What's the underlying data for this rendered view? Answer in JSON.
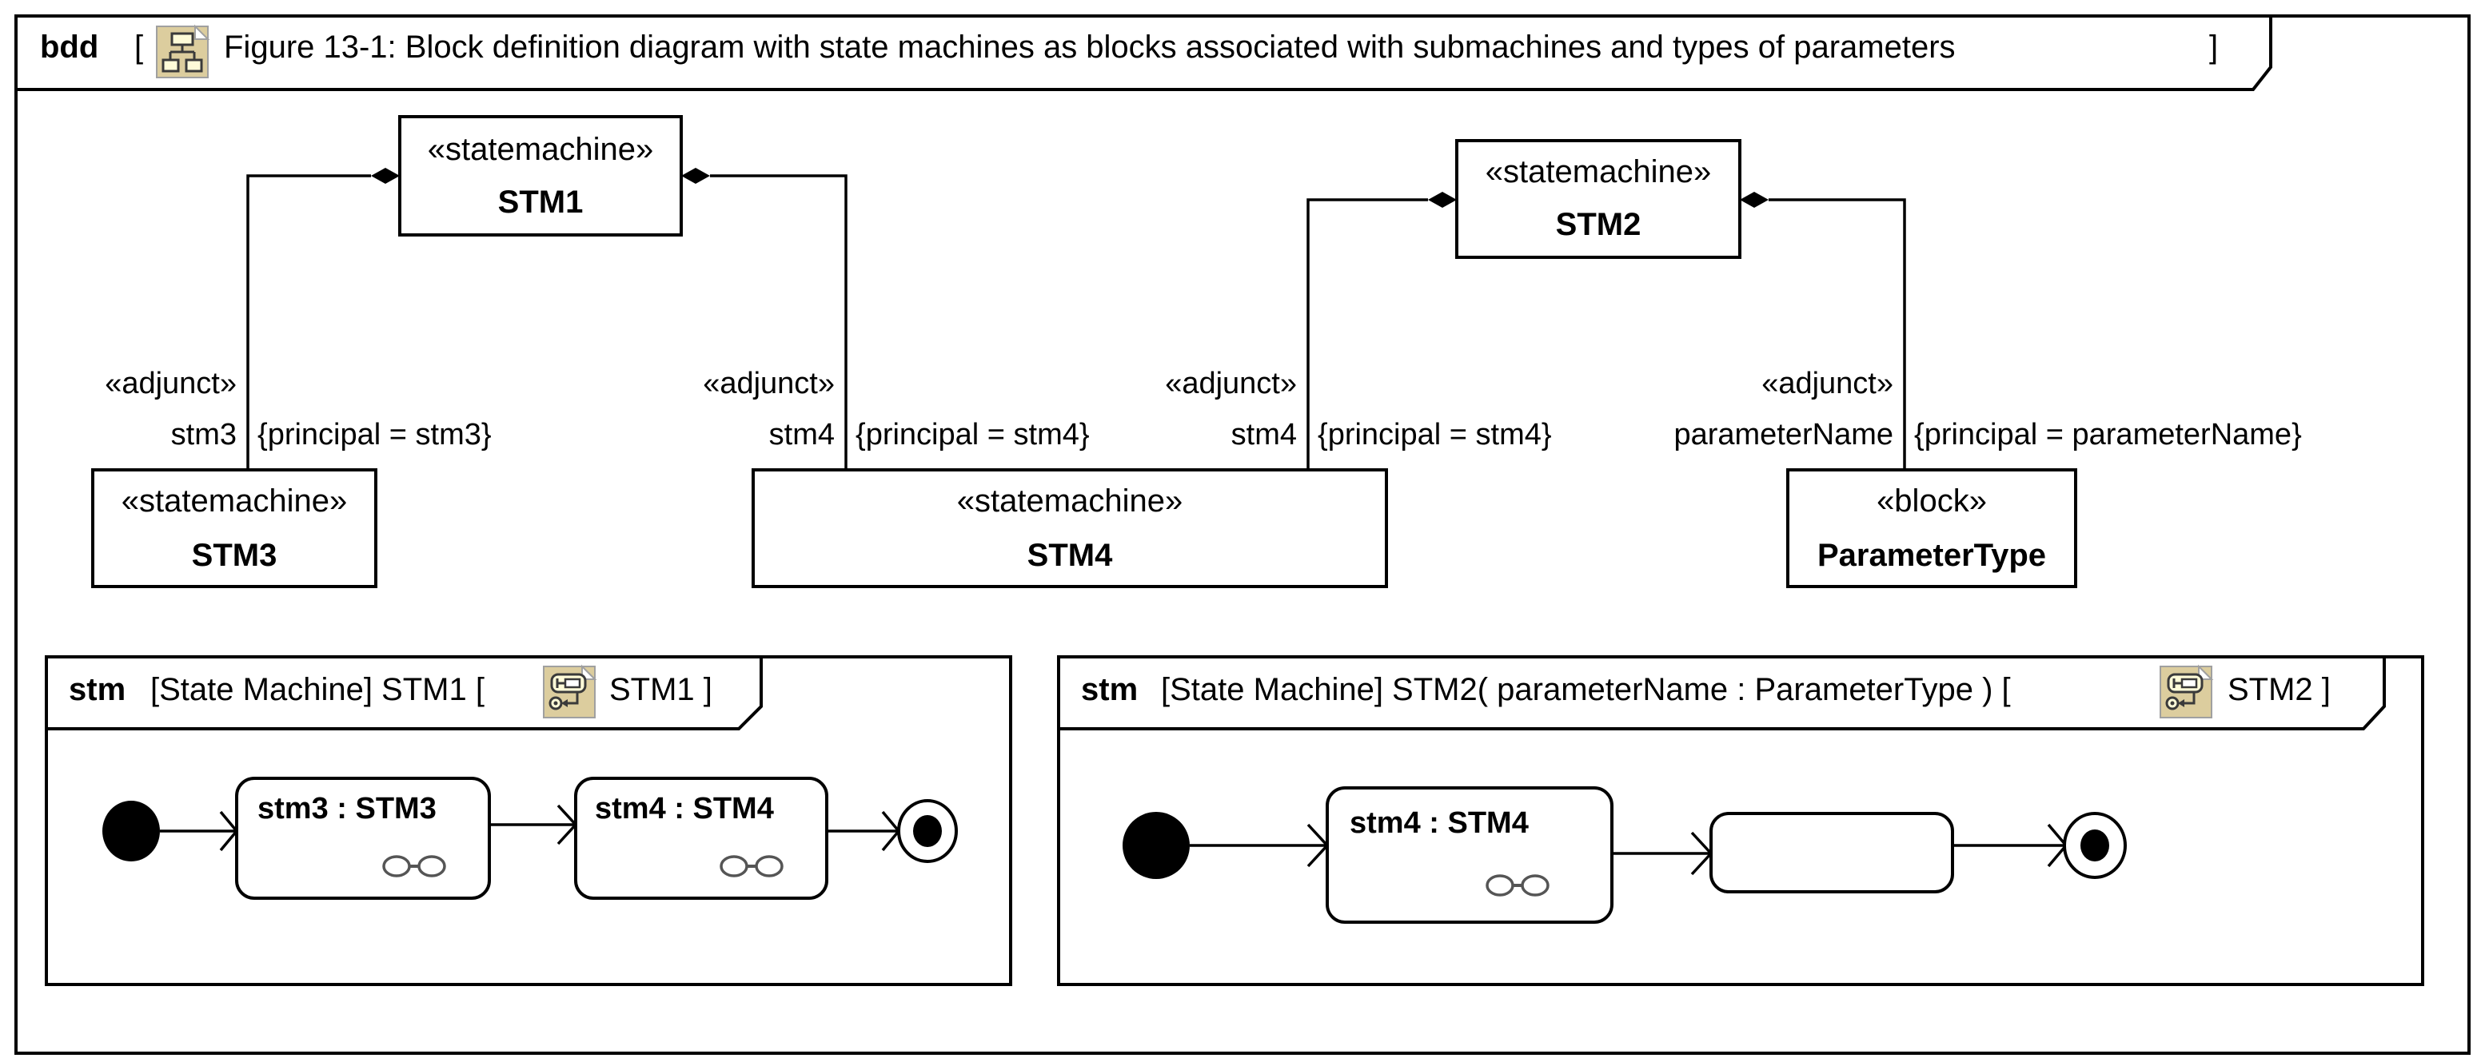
{
  "bdd": {
    "kind": "bdd",
    "title": "Figure 13-1: Block definition diagram with state machines as blocks associated with submachines and types of parameters",
    "icon": "bdd-diagram-icon",
    "open_bracket": "[",
    "close_bracket": "]"
  },
  "blocks": {
    "stm1": {
      "stereotype": "«statemachine»",
      "name": "STM1"
    },
    "stm2": {
      "stereotype": "«statemachine»",
      "name": "STM2"
    },
    "stm3": {
      "stereotype": "«statemachine»",
      "name": "STM3"
    },
    "stm4": {
      "stereotype": "«statemachine»",
      "name": "STM4"
    },
    "parametertype": {
      "stereotype": "«block»",
      "name": "ParameterType"
    }
  },
  "associations": [
    {
      "from": "STM1",
      "to": "STM3",
      "stereotype": "«adjunct»",
      "role": "stm3",
      "constraint": "{principal = stm3}"
    },
    {
      "from": "STM1",
      "to": "STM4",
      "stereotype": "«adjunct»",
      "role": "stm4",
      "constraint": "{principal = stm4}"
    },
    {
      "from": "STM2",
      "to": "STM4",
      "stereotype": "«adjunct»",
      "role": "stm4",
      "constraint": "{principal = stm4}"
    },
    {
      "from": "STM2",
      "to": "ParameterType",
      "stereotype": "«adjunct»",
      "role": "parameterName",
      "constraint": "{principal = parameterName}"
    }
  ],
  "stm_frames": [
    {
      "kind": "stm",
      "header": "[State Machine] STM1 [",
      "icon": "state-machine-diagram-icon",
      "diagram_name": "STM1 ]",
      "states": [
        {
          "label": "stm3 : STM3",
          "submachine": true
        },
        {
          "label": "stm4 : STM4",
          "submachine": true
        }
      ]
    },
    {
      "kind": "stm",
      "header": "[State Machine] STM2( parameterName : ParameterType ) [",
      "icon": "state-machine-diagram-icon",
      "diagram_name": "STM2 ]",
      "states": [
        {
          "label": "stm4 : STM4",
          "submachine": true
        },
        {
          "label": "",
          "submachine": false
        }
      ]
    }
  ],
  "colors": {
    "icon_fill": "#dccd9e",
    "icon_border": "#a0a0a0",
    "icon_inner": "#fefbd8",
    "icon_stroke": "#3a3a3a",
    "submachine_link": "#555555"
  }
}
